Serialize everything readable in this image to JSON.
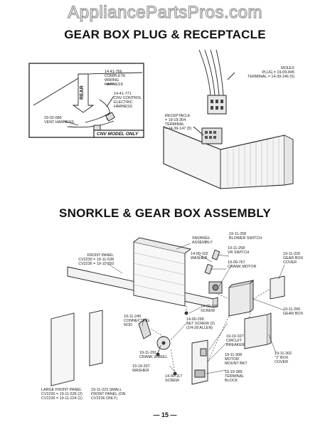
{
  "watermark": "AppliancePartsPros.com",
  "section1": {
    "title": "GEAR BOX PLUG & RECEPTACLE",
    "inset": {
      "arrow_text": "REAR",
      "complete_wiring": [
        "14-41-766",
        "COMPLETE",
        "WIRING",
        "HARNESS"
      ],
      "cnv_control": [
        "14-41-771",
        "CNV CONTROL",
        "ELECTRIC",
        "HARNESS"
      ],
      "vent_harness": [
        "29-02-086",
        "VENT HARNESS"
      ],
      "model_caption": "CNV MODEL ONLY"
    },
    "molex": [
      "MOLEX",
      "PLUG = 19-09-845",
      "TERMINAL = 14-39-146 (5)"
    ],
    "receptacle": [
      "RECEPTACLE",
      "= 19-19-304",
      "TERMINAL",
      "= 14-39-147 (5)"
    ]
  },
  "section2": {
    "title": "SNORKLE & GEAR BOX ASSEMBLY",
    "labels": {
      "snorkel": [
        "SNORKEL",
        "ASSEMBLY"
      ],
      "blower_switch": [
        "19-11-258",
        "BLOWER SWITCH"
      ],
      "vr_switch": [
        "19-11-258",
        "VR SWITCH"
      ],
      "washer1": [
        "14-90-102",
        "WASHER"
      ],
      "crank_motor": [
        "19-09-767",
        "CRANK MOTOR"
      ],
      "gear_box_cover": [
        "19-11-226",
        "GEAR BOX",
        "COVER"
      ],
      "front_panel": [
        "FRONT PANEL",
        "CV2230 = 19-11-538",
        "CV2236 = 19-11-293"
      ],
      "screw1": [
        "14-90-023",
        "SCREW"
      ],
      "gear_box": [
        "19-11-290",
        "GEAR BOX"
      ],
      "connecting_rod": [
        "19-11-240",
        "CONNECTING",
        "ROD"
      ],
      "set_screw": [
        "14-90-299",
        "SET SCREW (2)",
        "(1/4-28 ALLEN)"
      ],
      "circuit_breaker": [
        "19-19-327",
        "CIRCUIT",
        "BREAKER"
      ],
      "crank_wheel": [
        "19-11-291",
        "CRANK WHEEL"
      ],
      "motor_mount": [
        "19-11-308",
        "MOTOR",
        "MOUNT BKT"
      ],
      "box_cover": [
        "19-11-302",
        "\"J\" BOX",
        "COVER"
      ],
      "washer2": [
        "19-19-337",
        "WASHER"
      ],
      "screw2": [
        "14-90-117",
        "SCREW"
      ],
      "terminal_block": [
        "19-19-389",
        "TERMINAL",
        "BLOCK"
      ],
      "large_front_panel": [
        "LARGE FRONT PANEL",
        "CV2230 = 19-11-536 (2)",
        "CV2236 = 19-11-224 (1)"
      ],
      "small_front_panel": [
        "19-11-223 SMALL",
        "FRONT PANEL (ON",
        "CV2236 ONLY)"
      ]
    }
  },
  "page_number": "— 15 —"
}
